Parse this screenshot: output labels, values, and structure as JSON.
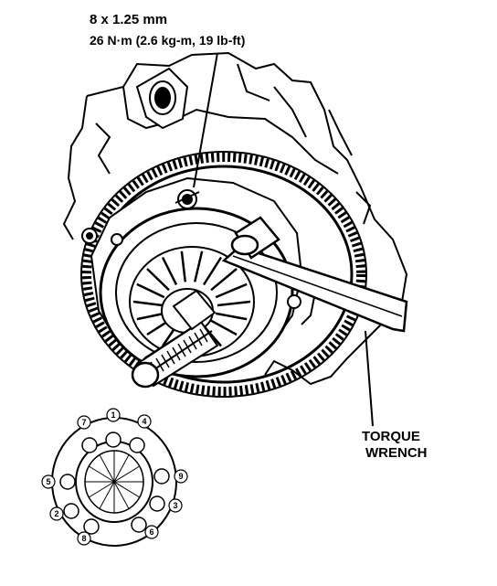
{
  "spec": {
    "bolt_size": "8 x 1.25 mm",
    "torque": "26 N·m (2.6 kg-m, 19 lb-ft)"
  },
  "tool_label": {
    "line1": "TORQUE",
    "line2": "WRENCH"
  },
  "sequence": [
    "1",
    "2",
    "3",
    "4",
    "5",
    "6",
    "7",
    "8",
    "9"
  ]
}
